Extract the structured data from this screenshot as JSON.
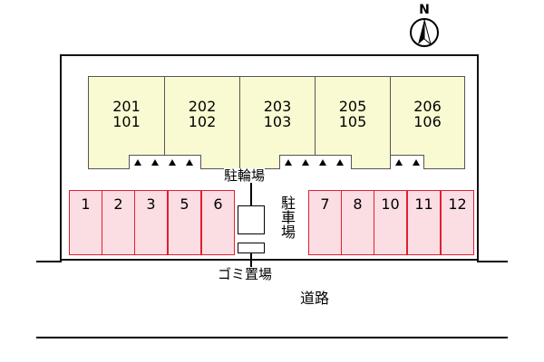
{
  "north": {
    "letter": "N"
  },
  "units": [
    {
      "upper": "201",
      "lower": "101"
    },
    {
      "upper": "202",
      "lower": "102"
    },
    {
      "upper": "203",
      "lower": "103"
    },
    {
      "upper": "205",
      "lower": "105"
    },
    {
      "upper": "206",
      "lower": "106"
    }
  ],
  "parking_left": [
    "1",
    "2",
    "3",
    "5",
    "6"
  ],
  "parking_right": [
    "7",
    "8",
    "10",
    "11",
    "12"
  ],
  "labels": {
    "bicycle_parking": "駐輪場",
    "parking": "駐車場",
    "garbage": "ゴミ置場",
    "road": "道路"
  },
  "colors": {
    "building_fill": "#fafad2",
    "parking_fill": "#fbdde4",
    "parking_border": "#e02030"
  }
}
